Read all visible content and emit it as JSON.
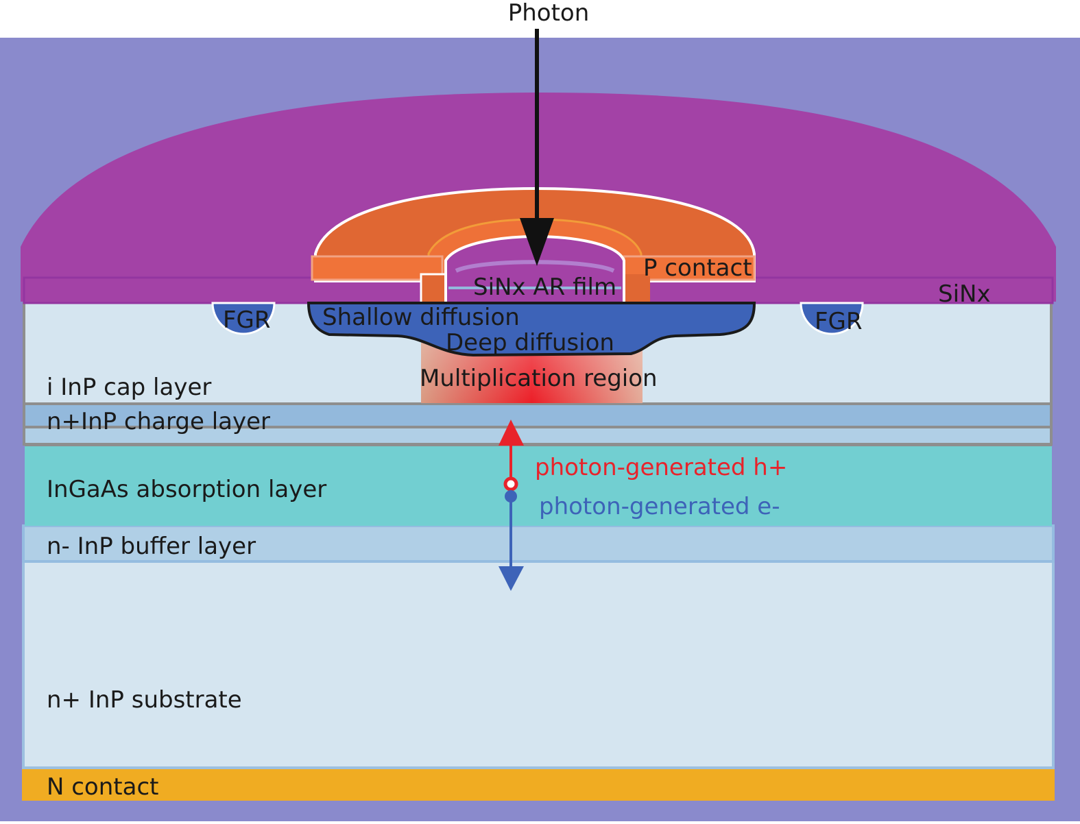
{
  "diagram": {
    "title": "InGaAs/InP avalanche photodiode cross-section",
    "colors": {
      "background": "#8a8acc",
      "sinx": "#a342a6",
      "sinx_edge": "#9335a0",
      "p_contact": "#e06733",
      "p_contact_light": "#f07339",
      "diffusion": "#3d63b8",
      "cap_layer": "#d5e5f0",
      "charge_layer": "#93b9dc",
      "thin_layer": "#b0cfe6",
      "absorption_layer": "#72cfd1",
      "buffer_layer": "#b0cfe6",
      "substrate": "#d5e5f0",
      "n_contact": "#f0ac22",
      "divider": "#8e8e8e",
      "multiplication_center": "#ec1e27",
      "multiplication_edge": "#e0a187",
      "hole": "#e8232b",
      "electron": "#3d63b8"
    },
    "labels": {
      "photon": "Photon",
      "p_contact": "P contact",
      "sinx_ar_film": "SiNx AR film",
      "sinx": "SiNx",
      "fgr_left": "FGR",
      "fgr_right": "FGR",
      "shallow_diffusion": "Shallow diffusion",
      "deep_diffusion": "Deep diffusion",
      "multiplication_region": "Multiplication region",
      "cap_layer": "i InP cap layer",
      "charge_layer": "n+InP charge layer",
      "absorption_layer": "InGaAs absorption layer",
      "hole_label": "photon-generated h+",
      "electron_label": "photon-generated e-",
      "buffer_layer": "n- InP buffer layer",
      "substrate": "n+ InP substrate",
      "n_contact": "N contact"
    }
  }
}
